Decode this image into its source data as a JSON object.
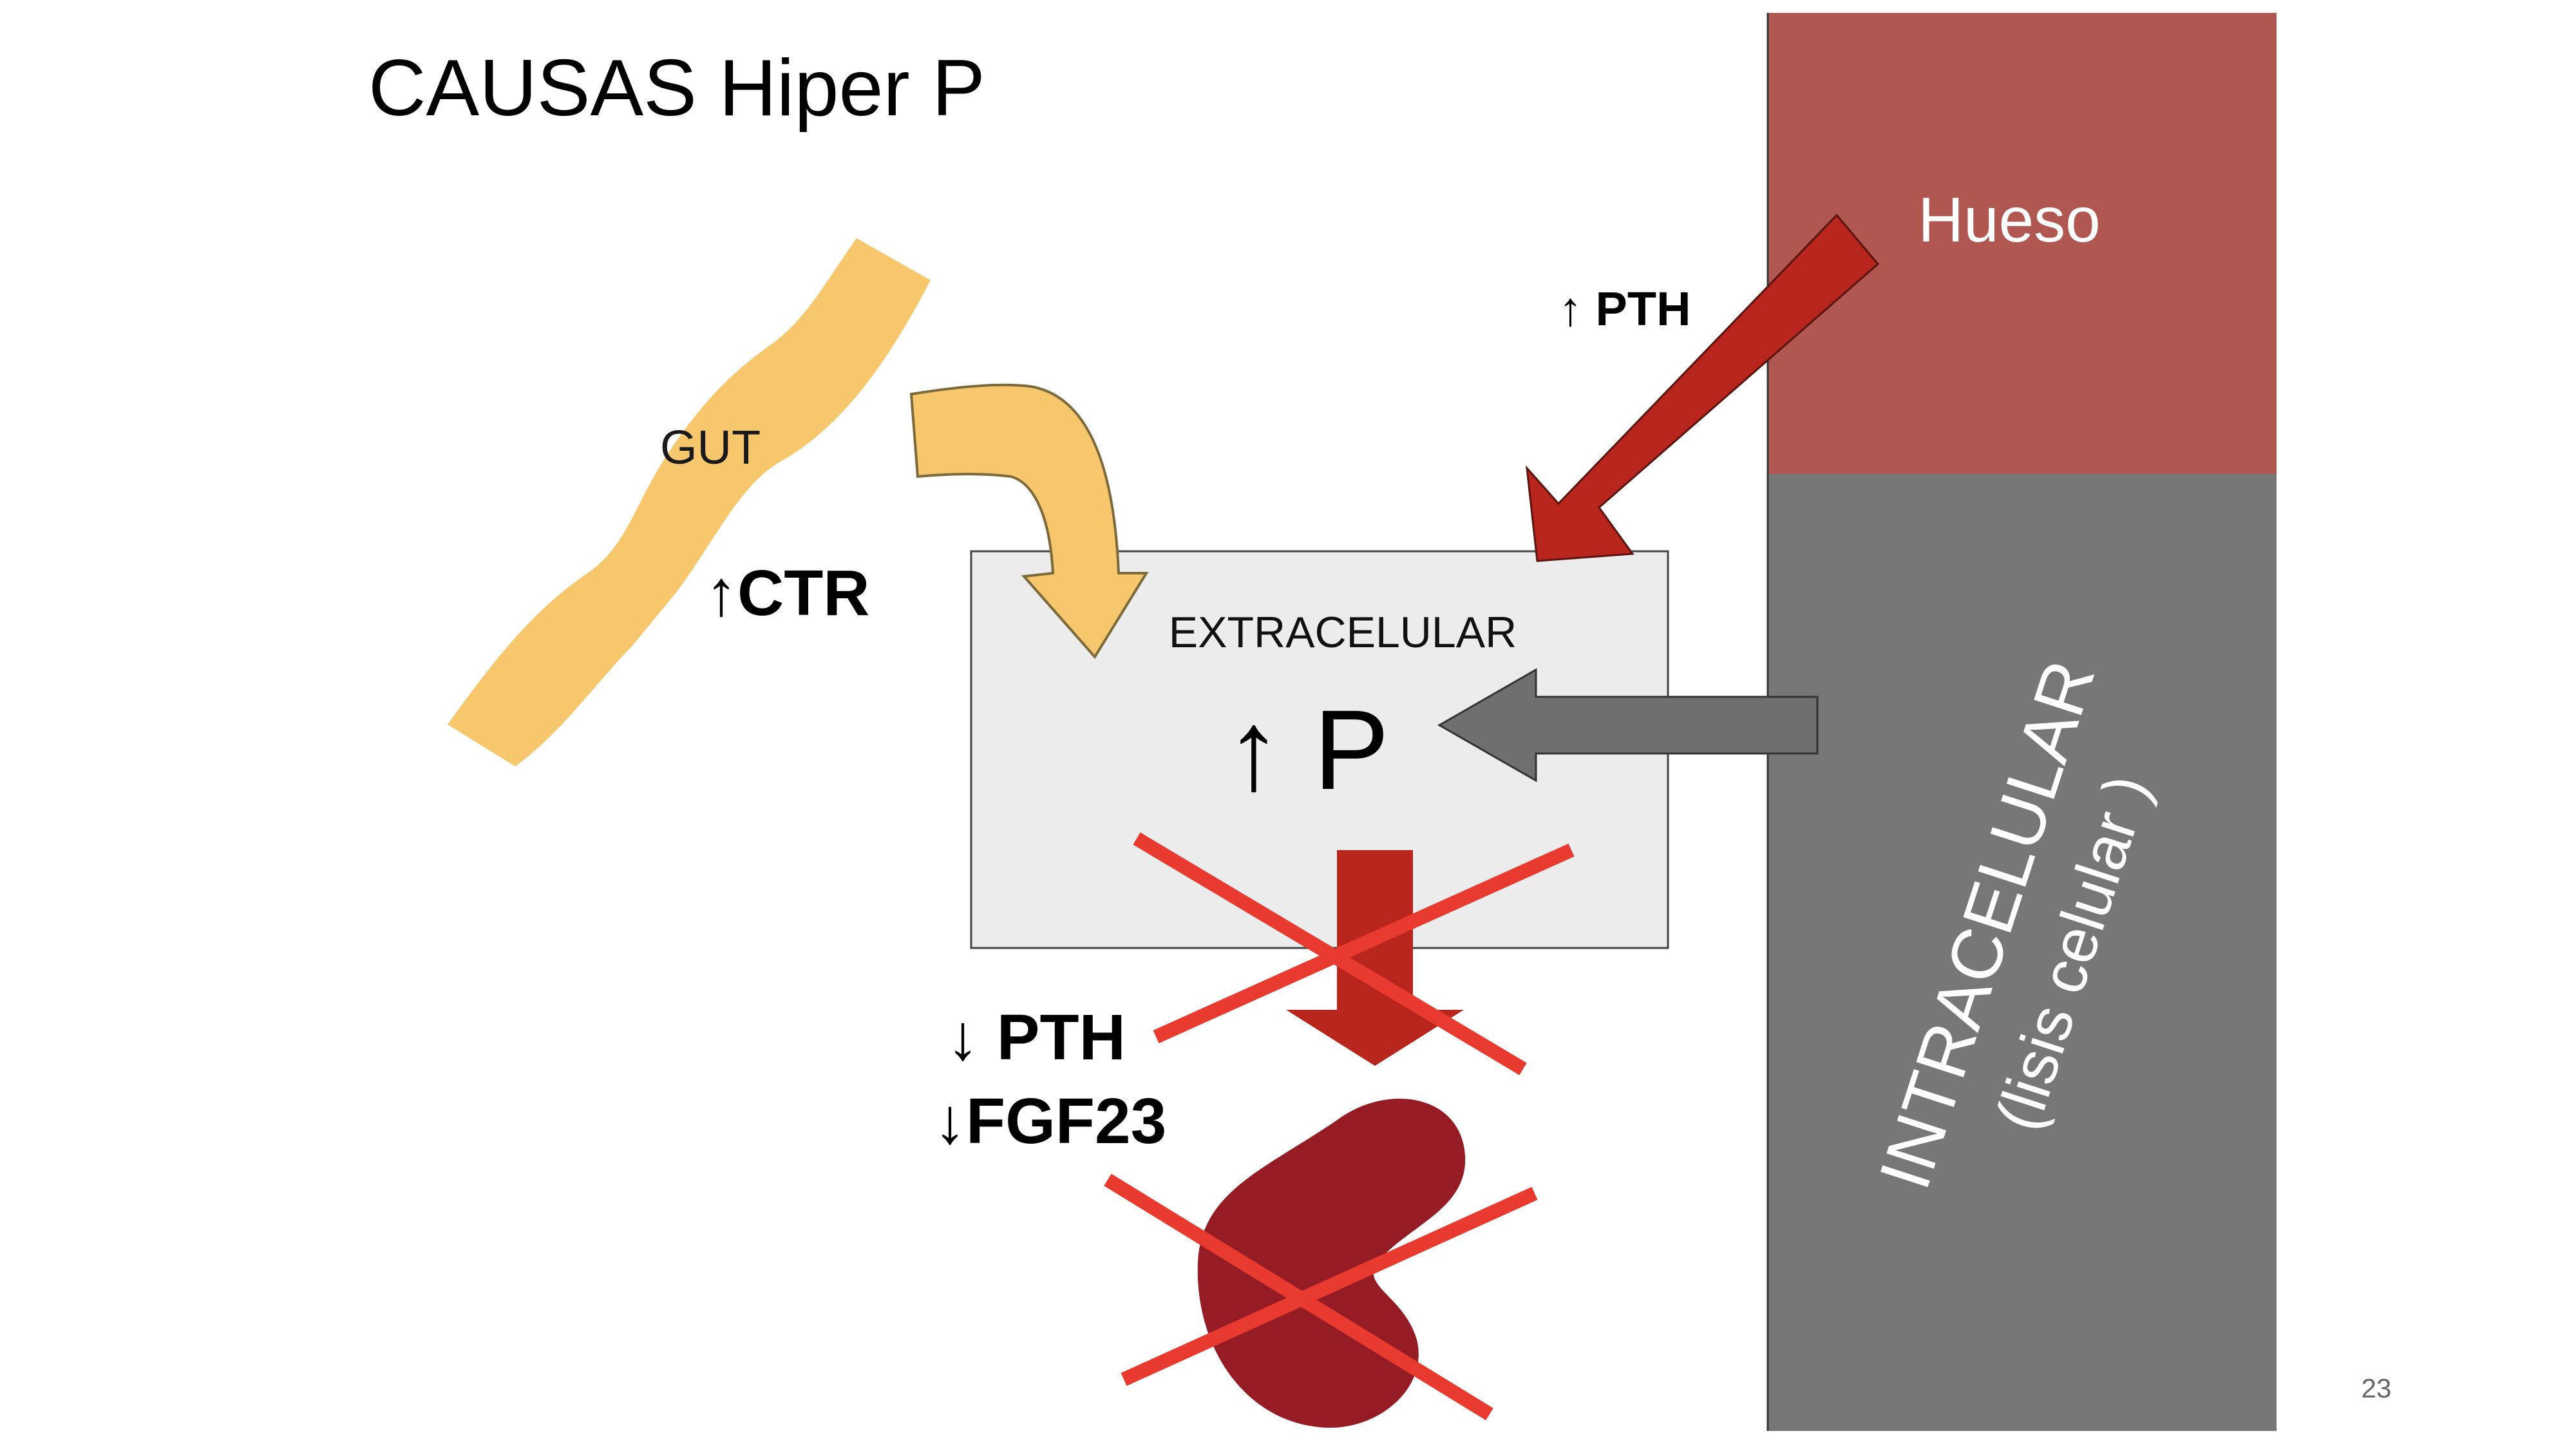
{
  "slide": {
    "title": "CAUSAS Hiper P",
    "page_number": "23"
  },
  "labels": {
    "gut": "GUT",
    "gut_effect": "↑CTR",
    "bone": "Hueso",
    "bone_effect": "↑ PTH",
    "compartment": "EXTRACELULAR",
    "result": "↑ P",
    "intracellular_line1": "INTRACELULAR",
    "intracellular_line2": "(lisis celular )",
    "renal_pth": "↓ PTH",
    "renal_fgf23": "↓FGF23"
  },
  "colors": {
    "gut": "#f7c76e",
    "bone": "#b05751",
    "intracellular": "#777777",
    "box_fill": "#ececec",
    "red_arrow": "#b8251d",
    "gray_arrow": "#6f6f6f",
    "kidney": "#951c25",
    "cross": "#e93a2f"
  }
}
